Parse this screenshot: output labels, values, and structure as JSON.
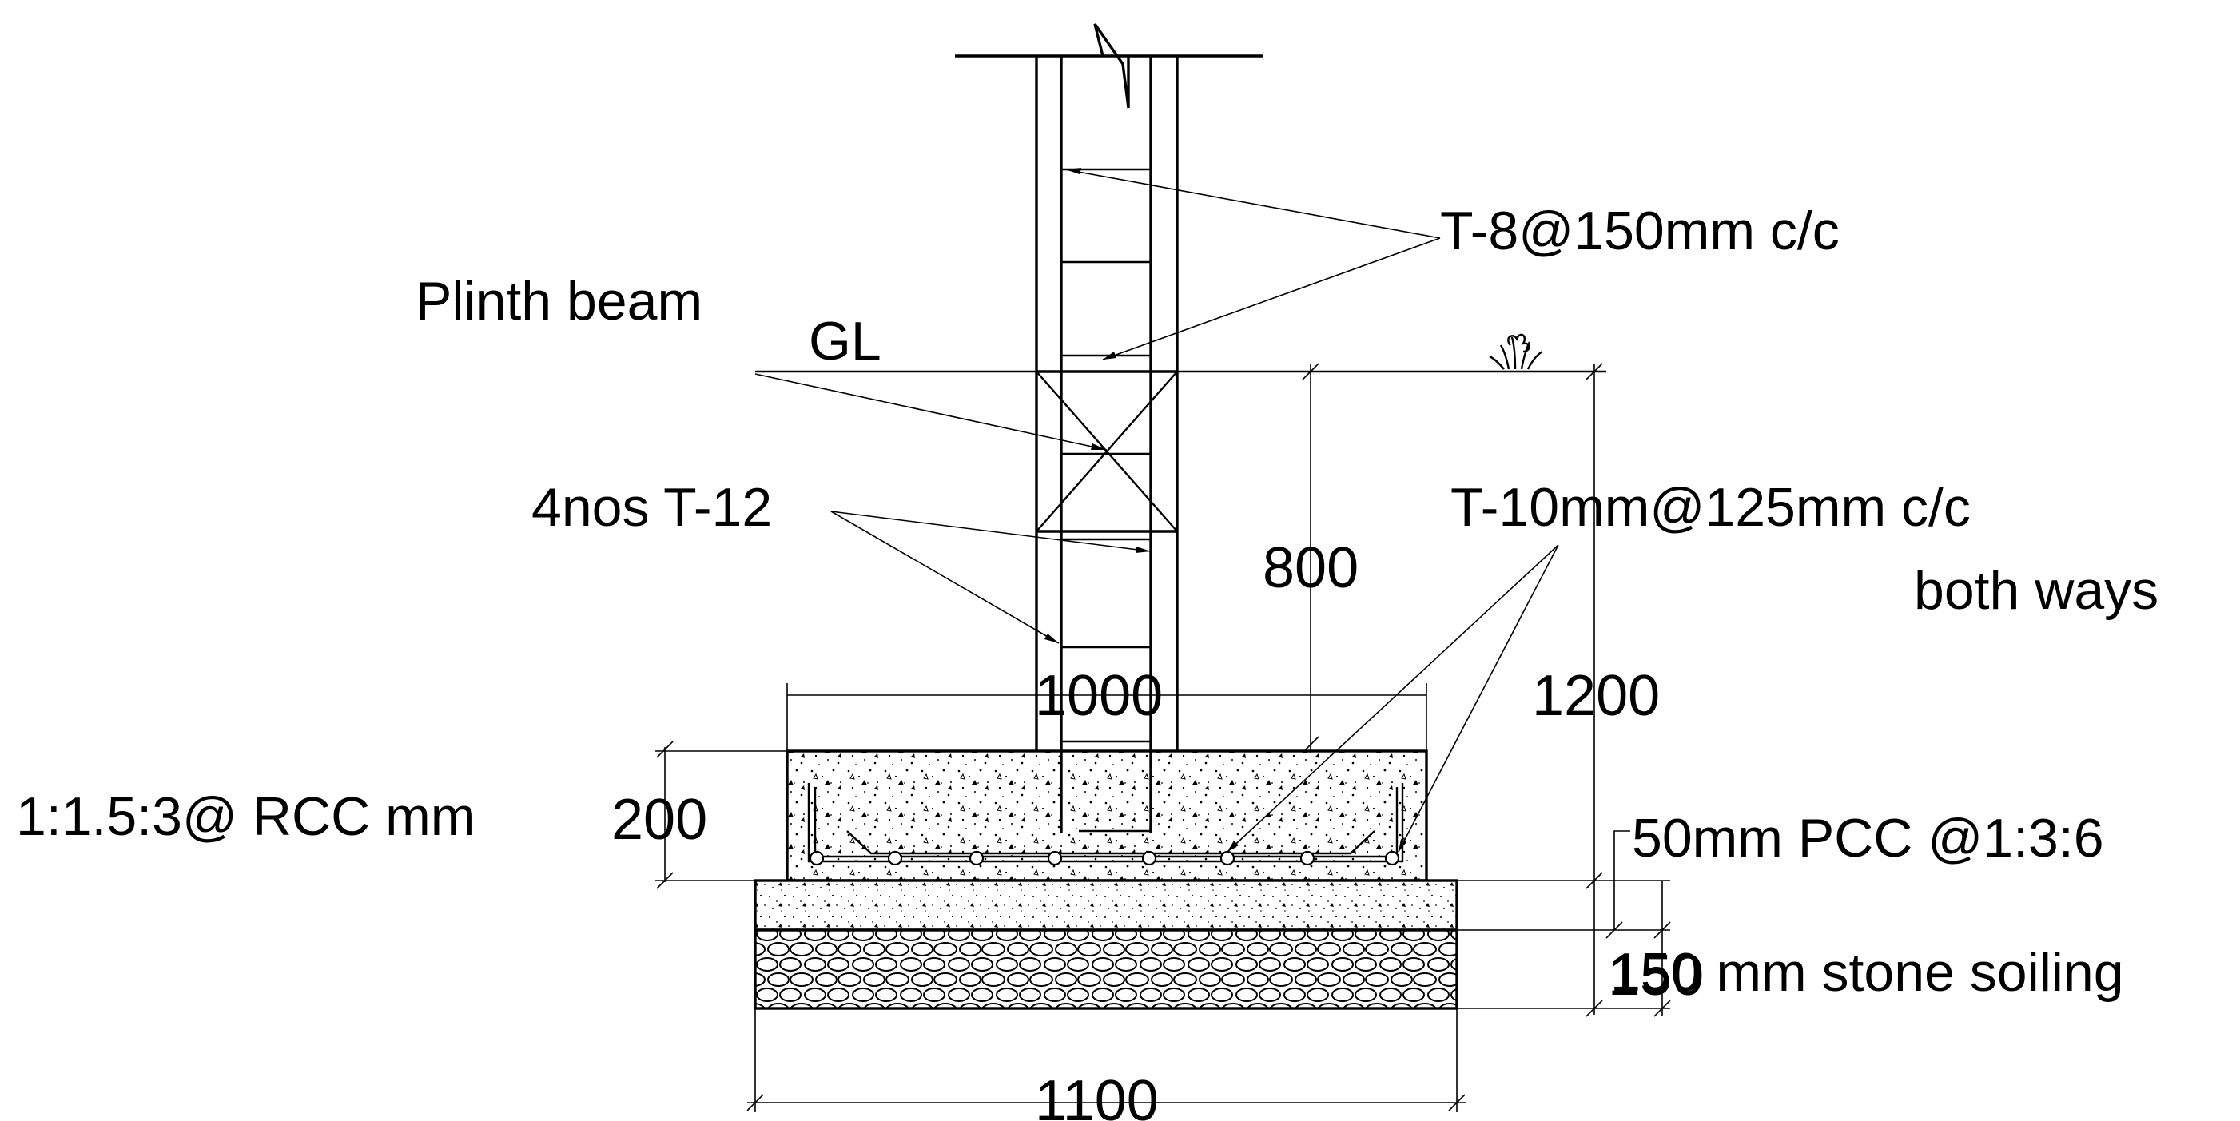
{
  "labels": {
    "stirrups": "T-8@150mm c/c",
    "plinth_beam": "Plinth beam",
    "ground_level": "GL",
    "column_bars": "4nos T-12",
    "footing_bars_line1": "T-10mm@125mm c/c",
    "footing_bars_line2": "both ways",
    "concrete_mix": "1:1.5:3@ RCC mm",
    "pcc_layer": "50mm PCC @1:3:6",
    "soling_layer": "150 mm stone soiling"
  },
  "dimensions": {
    "plinth_depth": "800",
    "footing_width": "1000",
    "total_depth": "1200",
    "footing_thickness": "200",
    "pcc_thickness": "50",
    "soling_thickness": "150",
    "base_width": "1100"
  }
}
